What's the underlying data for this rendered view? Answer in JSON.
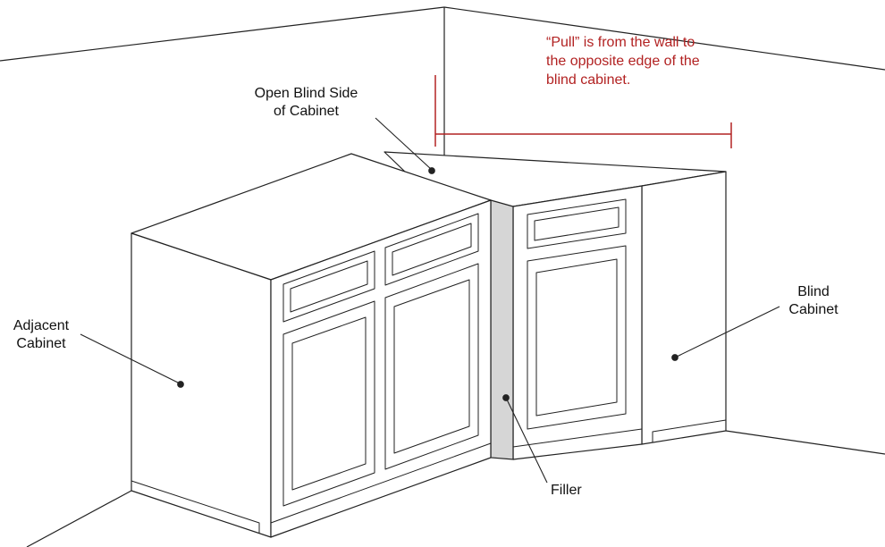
{
  "diagram": {
    "labels": {
      "open_blind_side": {
        "line1": "Open Blind Side",
        "line2": "of Cabinet"
      },
      "adjacent_cabinet": {
        "line1": "Adjacent",
        "line2": "Cabinet"
      },
      "blind_cabinet": {
        "line1": "Blind",
        "line2": "Cabinet"
      },
      "filler": {
        "text": "Filler"
      }
    },
    "annotation_pull": {
      "line1": "“Pull” is from the wall to",
      "line2": "the opposite edge of the",
      "line3": "blind cabinet.",
      "color": "#b22222"
    },
    "colors": {
      "line": "#222222",
      "filler_fill": "#d6d6d6",
      "background": "#ffffff",
      "annotation_red": "#b22222"
    }
  }
}
